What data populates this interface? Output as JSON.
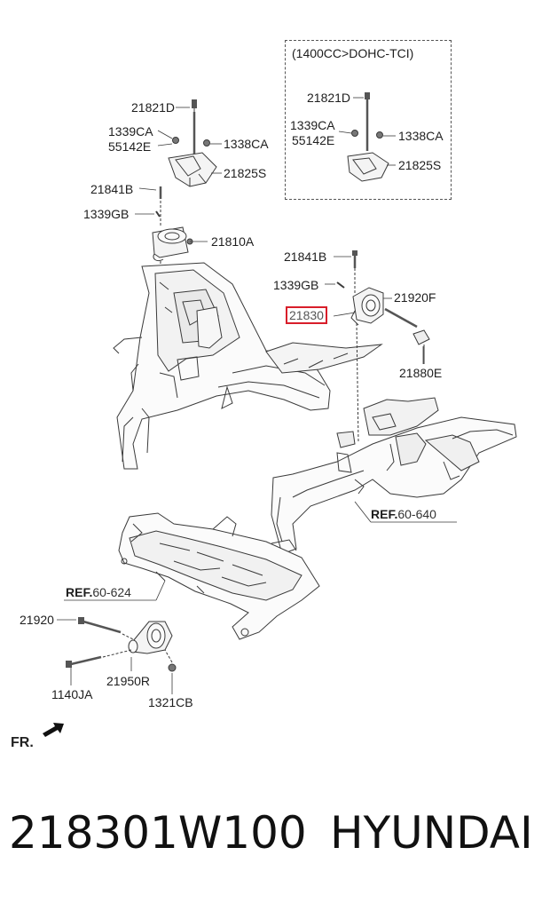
{
  "inset": {
    "title": "(1400CC>DOHC-TCI)"
  },
  "labels": {
    "l_21821D_main": "21821D",
    "l_1339CA_main": "1339CA",
    "l_55142E_main": "55142E",
    "l_1338CA_main": "1338CA",
    "l_21825S_main": "21825S",
    "l_21841B_main": "21841B",
    "l_1339GB_main": "1339GB",
    "l_21810A": "21810A",
    "l_21821D_inset": "21821D",
    "l_1339CA_inset": "1339CA",
    "l_55142E_inset": "55142E",
    "l_1338CA_inset": "1338CA",
    "l_21825S_inset": "21825S",
    "l_21841B_right": "21841B",
    "l_1339GB_right": "1339GB",
    "l_21920F": "21920F",
    "l_21830": "21830",
    "l_21880E": "21880E",
    "l_21920": "21920",
    "l_1140JA": "1140JA",
    "l_21950R": "21950R",
    "l_1321CB": "1321CB"
  },
  "refs": {
    "ref_right": {
      "prefix": "REF.",
      "number": "60-640"
    },
    "ref_left": {
      "prefix": "REF.",
      "number": "60-624"
    }
  },
  "fr_label": "FR.",
  "footer": {
    "part_number": "218301W100",
    "brand": "HYUNDAI"
  },
  "colors": {
    "highlight": "#d81e2a",
    "line": "#3a3a3a",
    "fill": "#f4f4f4"
  }
}
